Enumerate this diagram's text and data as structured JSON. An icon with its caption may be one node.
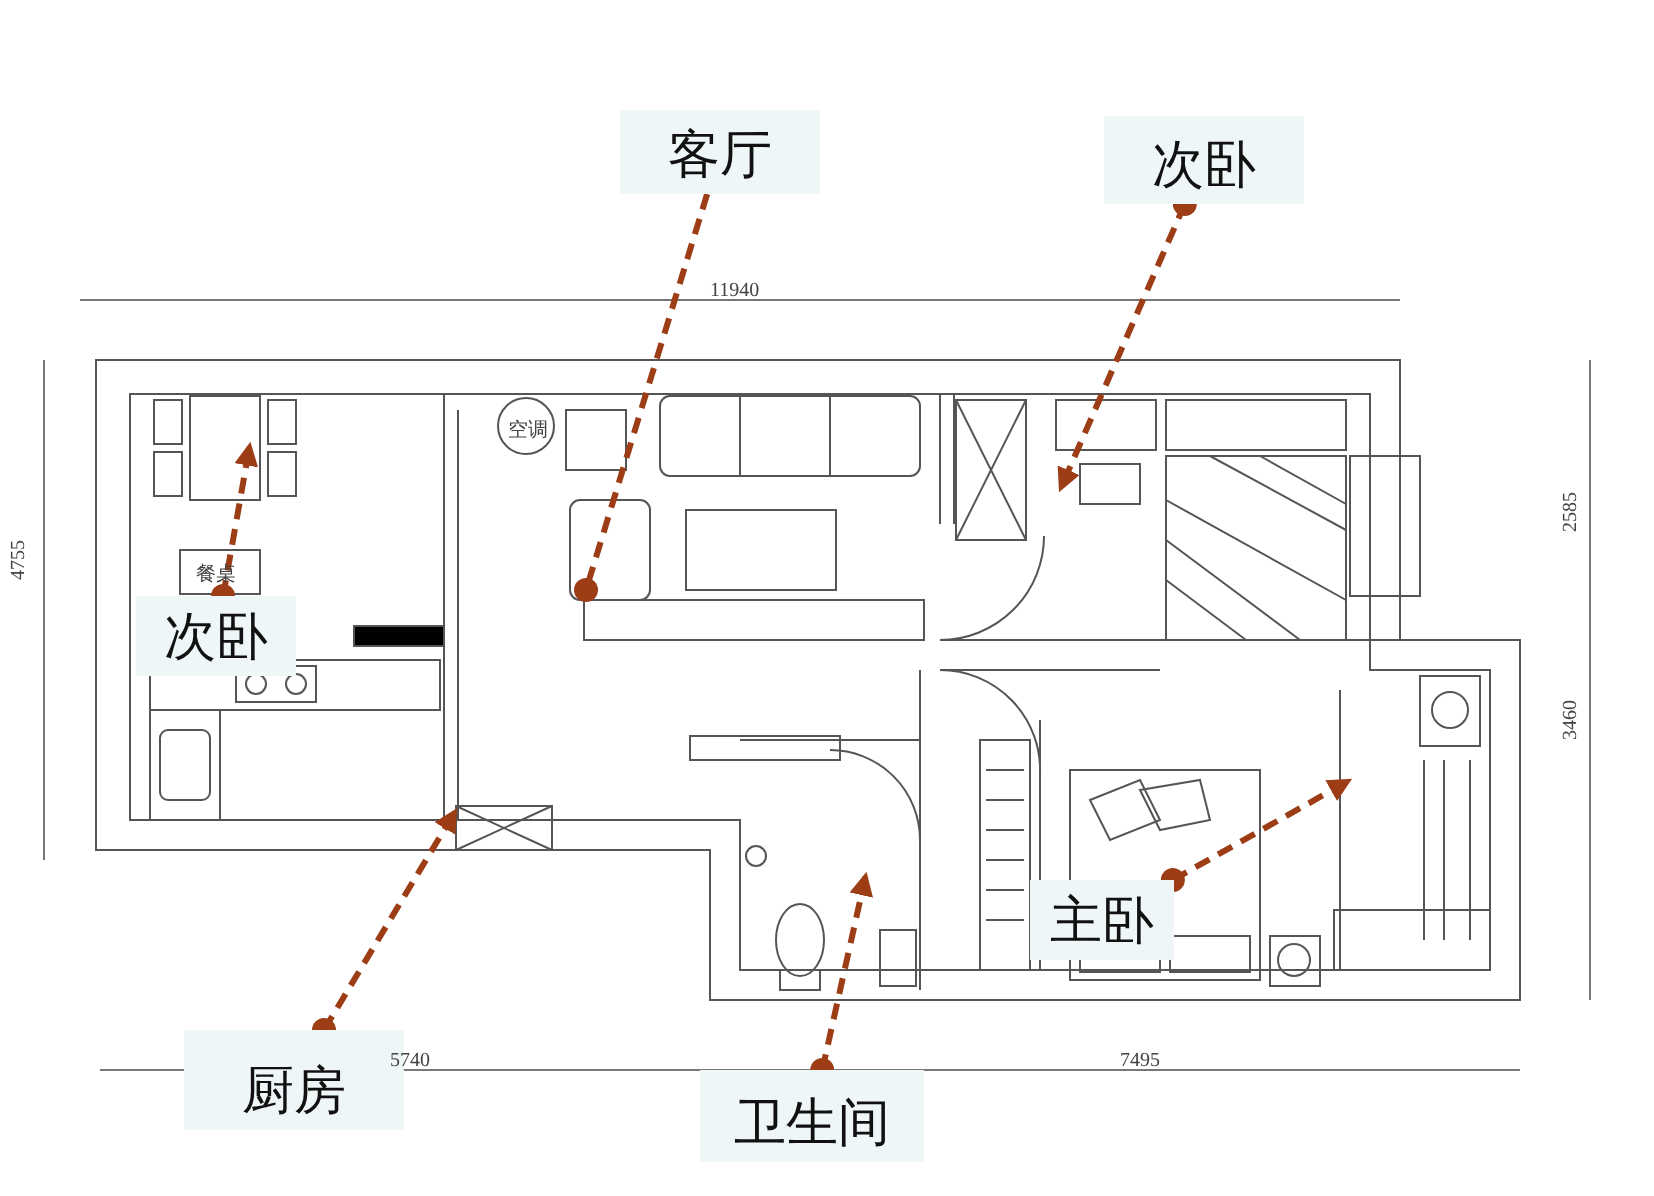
{
  "diagram": {
    "nodes": [
      {
        "text": [
          "客厅"
        ]
      },
      {
        "text": [
          "次卧"
        ]
      },
      {
        "text": [
          "次卧"
        ]
      },
      {
        "text": [
          "主卧"
        ]
      },
      {
        "text": [
          "厨房"
        ]
      },
      {
        "text": [
          "卫生间"
        ]
      }
    ],
    "edges": [
      {
        "from": 0,
        "to": null,
        "arrow": "other",
        "style": "dashed"
      },
      {
        "from": 1,
        "to": null,
        "arrow": "to",
        "style": "dashed"
      },
      {
        "from": 2,
        "to": null,
        "arrow": "to",
        "style": "dashed"
      },
      {
        "from": 3,
        "to": null,
        "arrow": "to",
        "style": "dashed"
      },
      {
        "from": 4,
        "to": null,
        "arrow": "to",
        "style": "dashed"
      },
      {
        "from": 5,
        "to": null,
        "arrow": "to",
        "style": "dashed"
      }
    ],
    "labels": [
      "11940",
      "空调",
      "餐桌",
      "4755",
      "2585",
      "3460",
      "5740",
      "7495"
    ]
  }
}
